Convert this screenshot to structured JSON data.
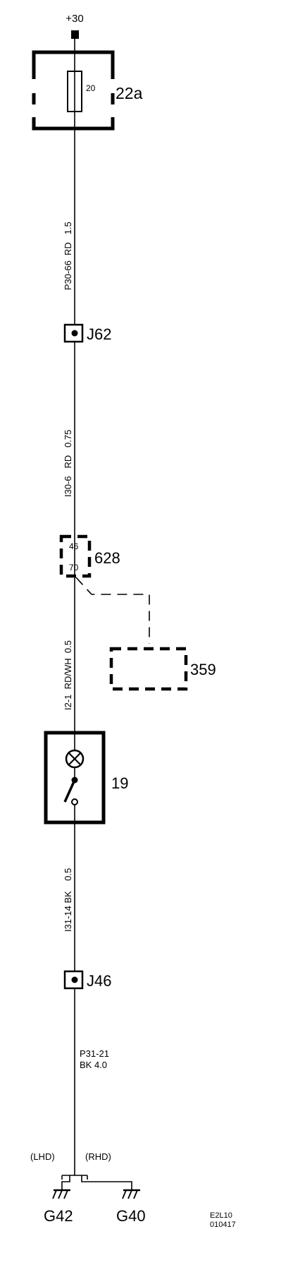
{
  "power": {
    "label": "+30"
  },
  "fuse": {
    "id": "22a",
    "rating": "20"
  },
  "wires": {
    "w1": {
      "text": "P30-66  RD   1.5"
    },
    "w2": {
      "text": "I30-6   RD   0.75"
    },
    "w3": {
      "text": "I2-1  RD/WH  0.5"
    },
    "w4": {
      "text": "I31-14 BK    0.5"
    },
    "w5": {
      "line1": "P31-21",
      "line2": "BK 4.0"
    }
  },
  "junctions": {
    "j62": "J62",
    "j46": "J46"
  },
  "connector": {
    "id": "628",
    "pin_top": "46",
    "pin_bottom": "70"
  },
  "module": {
    "id": "359"
  },
  "switch": {
    "id": "19"
  },
  "ground": {
    "lhd": "(LHD)",
    "rhd": "(RHD)",
    "g42": "G42",
    "g40": "G40"
  },
  "footer": {
    "code": "E2L10",
    "date": "010417"
  }
}
